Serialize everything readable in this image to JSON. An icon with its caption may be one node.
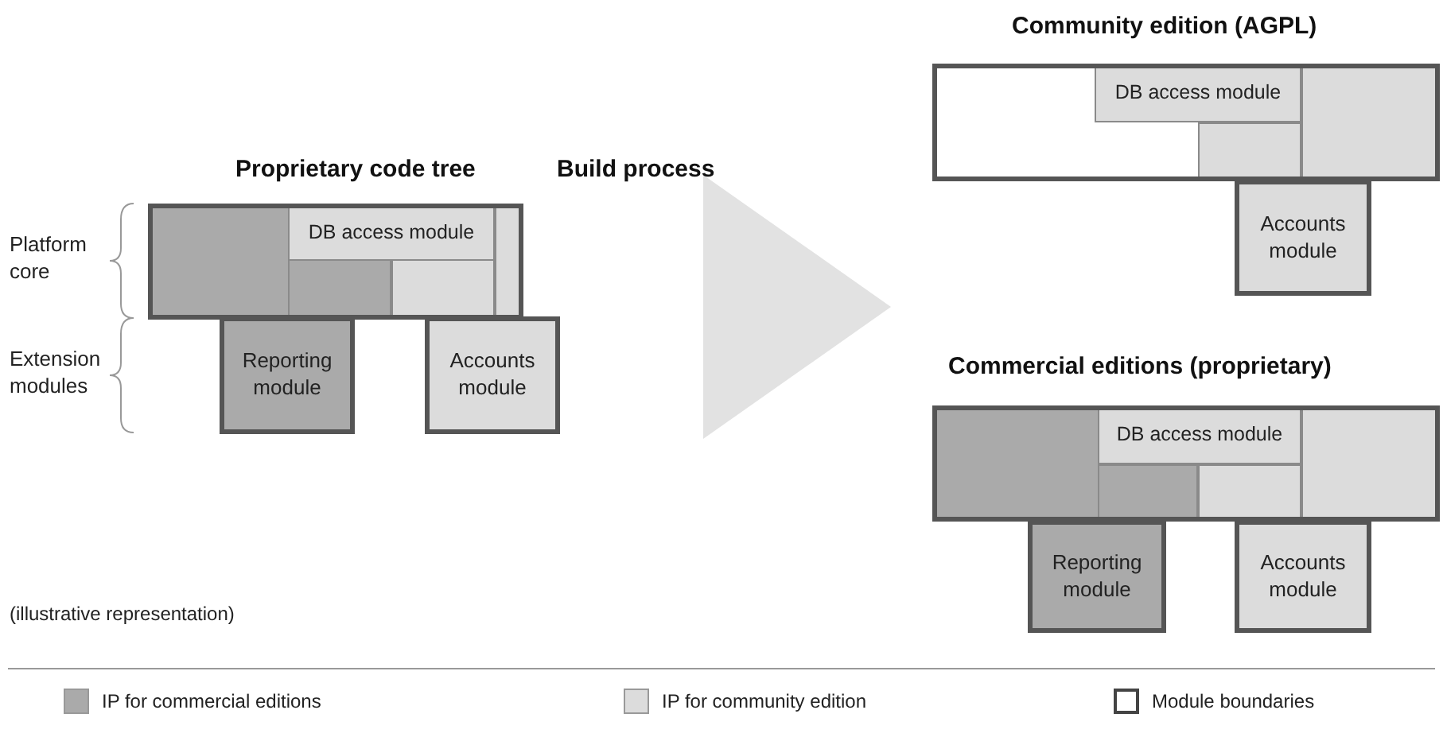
{
  "diagram": {
    "nodes": [
      {
        "text": [],
        "shape": "box"
      },
      {
        "text": [
          "DB access module"
        ],
        "in": 0
      },
      {
        "text": [],
        "shape": "box",
        "in": 0
      },
      {
        "text": [],
        "shape": "box",
        "in": 0
      },
      {
        "text": [],
        "shape": "box",
        "in": 0
      },
      {
        "text": [
          "Reporting module"
        ]
      },
      {
        "text": [
          "Accounts module"
        ]
      },
      {
        "text": [],
        "shape": "box"
      },
      {
        "text": [
          "DB access module"
        ],
        "in": 7
      },
      {
        "text": [],
        "shape": "box",
        "in": 7
      },
      {
        "text": [],
        "shape": "box",
        "in": 7
      },
      {
        "text": [
          "Accounts module"
        ]
      },
      {
        "text": [],
        "shape": "box"
      },
      {
        "text": [
          "DB access module"
        ],
        "in": 12
      },
      {
        "text": [],
        "shape": "box",
        "in": 12
      },
      {
        "text": [],
        "shape": "box",
        "in": 12
      },
      {
        "text": [],
        "shape": "box",
        "in": 12
      },
      {
        "text": [
          "Reporting module"
        ]
      },
      {
        "text": [
          "Accounts module"
        ]
      }
    ],
    "edges": [],
    "labels": [
      "Community edition (AGPL)",
      "Proprietary code tree",
      "Build process",
      "Platform core",
      "Extension modules",
      "Commercial editions (proprietary)",
      "(illustrative representation)"
    ],
    "legend": [
      {
        "text": "IP for commercial editions",
        "color": "#aaaaaa"
      },
      {
        "text": "IP for community edition",
        "color": "#dcdcdc"
      },
      {
        "text": "Module boundaries"
      }
    ]
  }
}
